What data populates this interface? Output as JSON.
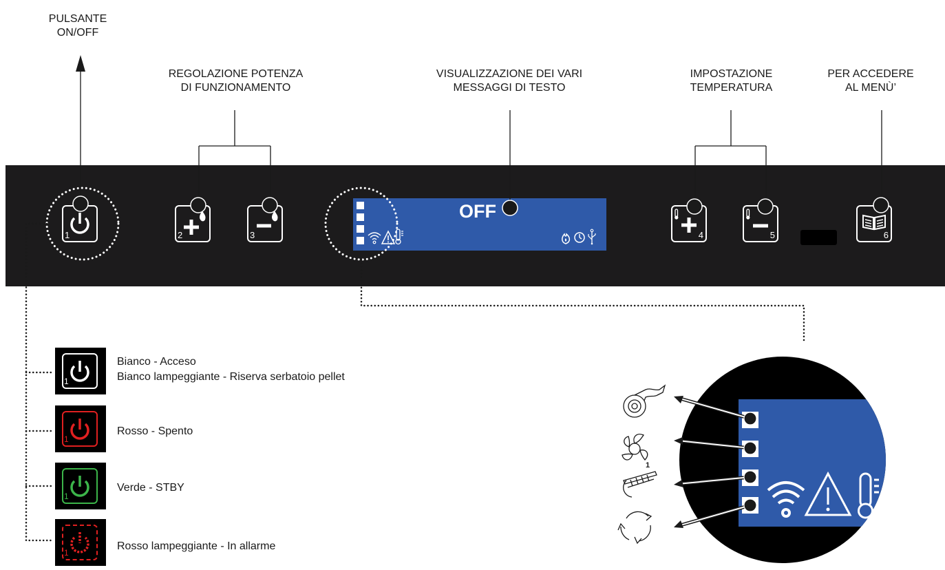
{
  "annotations": {
    "onoff": [
      "PULSANTE",
      "ON/OFF"
    ],
    "power": [
      "REGOLAZIONE POTENZA",
      "DI FUNZIONAMENTO"
    ],
    "display": [
      "VISUALIZZAZIONE DEI VARI",
      "MESSAGGI DI TESTO"
    ],
    "temperature": [
      "IMPOSTAZIONE",
      "TEMPERATURA"
    ],
    "menu": [
      "PER ACCEDERE",
      "AL MENÙ’"
    ]
  },
  "display": {
    "text": "OFF"
  },
  "buttons": [
    {
      "id": "power",
      "number": "1",
      "icon": "power-icon"
    },
    {
      "id": "power-plus",
      "number": "2",
      "icon": "plus-flame-icon"
    },
    {
      "id": "power-minus",
      "number": "3",
      "icon": "minus-flame-icon"
    },
    {
      "id": "temp-plus",
      "number": "4",
      "icon": "plus-thermometer-icon"
    },
    {
      "id": "temp-minus",
      "number": "5",
      "icon": "minus-thermometer-icon"
    },
    {
      "id": "menu",
      "number": "6",
      "icon": "book-icon"
    }
  ],
  "legend": [
    {
      "lines": [
        "Bianco - Acceso",
        "Bianco lampeggiante - Riserva serbatoio pellet"
      ],
      "color": "#ffffff",
      "number": "1"
    },
    {
      "lines": [
        "Rosso - Spento"
      ],
      "color": "#e02020",
      "number": "1"
    },
    {
      "lines": [
        "Verde - STBY"
      ],
      "color": "#3cb54a",
      "number": "1"
    },
    {
      "lines": [
        "Rosso lampeggiante - In allarme"
      ],
      "color": "#e02020",
      "number": "1"
    }
  ],
  "zoom": {
    "indicator_icons": [
      "exhaust-fan-icon",
      "ventilation-fan-icon",
      "auger-icon",
      "recirculation-icon"
    ],
    "status_icons": [
      "wifi-icon",
      "warning-icon",
      "thermometer-icon"
    ],
    "number": "1"
  },
  "colors": {
    "panel": "#1c1b1c",
    "display": "#2f5aa9",
    "white": "#ffffff",
    "red": "#e02020",
    "green": "#3cb54a"
  }
}
